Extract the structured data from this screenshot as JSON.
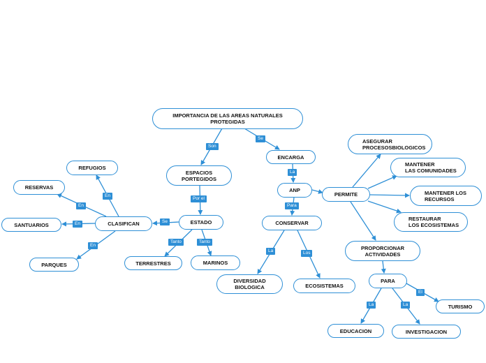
{
  "nodes": {
    "root": "IMPORTANCIA DE LAS AREAS NATURALES\nPROTEGIDAS",
    "espacios": "ESPACIOS\nPORTEGIDOS",
    "estado": "ESTADO",
    "clasifican": "CLASIFICAN",
    "refugios": "REFUGIOS",
    "reservas": "RESERVAS",
    "santuarios": "SANTUARIOS",
    "parques": "PARQUES",
    "terrestres": "TERRESTRES",
    "marinos": "MARINOS",
    "encarga": "ENCARGA",
    "anp": "ANP",
    "conservar": "CONSERVAR",
    "diversidad": "DIVERSIDAD\nBIOLOGICA",
    "ecosistemas": "ECOSISTEMAS",
    "permite": "PERMITE",
    "asegurar": "ASEGURAR\nPROCESOSBIOLOGICOS",
    "mantener_comunidades": "MANTENER\nLAS COMUNIDADES",
    "mantener_recursos": "MANTENER LOS\nRECURSOS",
    "restaurar": "RESTAURAR\nLOS ECOSISTEMAS",
    "proporcionar": "PROPORCIONAR\nACTIVIDADES",
    "para": "PARA",
    "educacion": "EDUCACION",
    "investigacion": "INVESTIGACION",
    "turismo": "TURISMO"
  },
  "links": {
    "son": "Son",
    "se_encarga": "Se",
    "por_el": "Por el",
    "se_clasifican": "Se",
    "en_refugios": "En",
    "en_reservas": "En",
    "en_santuarios": "En",
    "en_parques": "En",
    "tanto_terrestres": "Tanto",
    "tanto_marinos": "Tanto",
    "la_anp": "La",
    "para_conservar": "Para",
    "la_diversidad": "La",
    "los_ecosistemas": "Los",
    "la_educacion": "La",
    "la_investigacion": "La",
    "el_turismo": "El"
  },
  "colors": {
    "accent": "#2e8fd6",
    "text": "#111111",
    "background": "#ffffff"
  }
}
